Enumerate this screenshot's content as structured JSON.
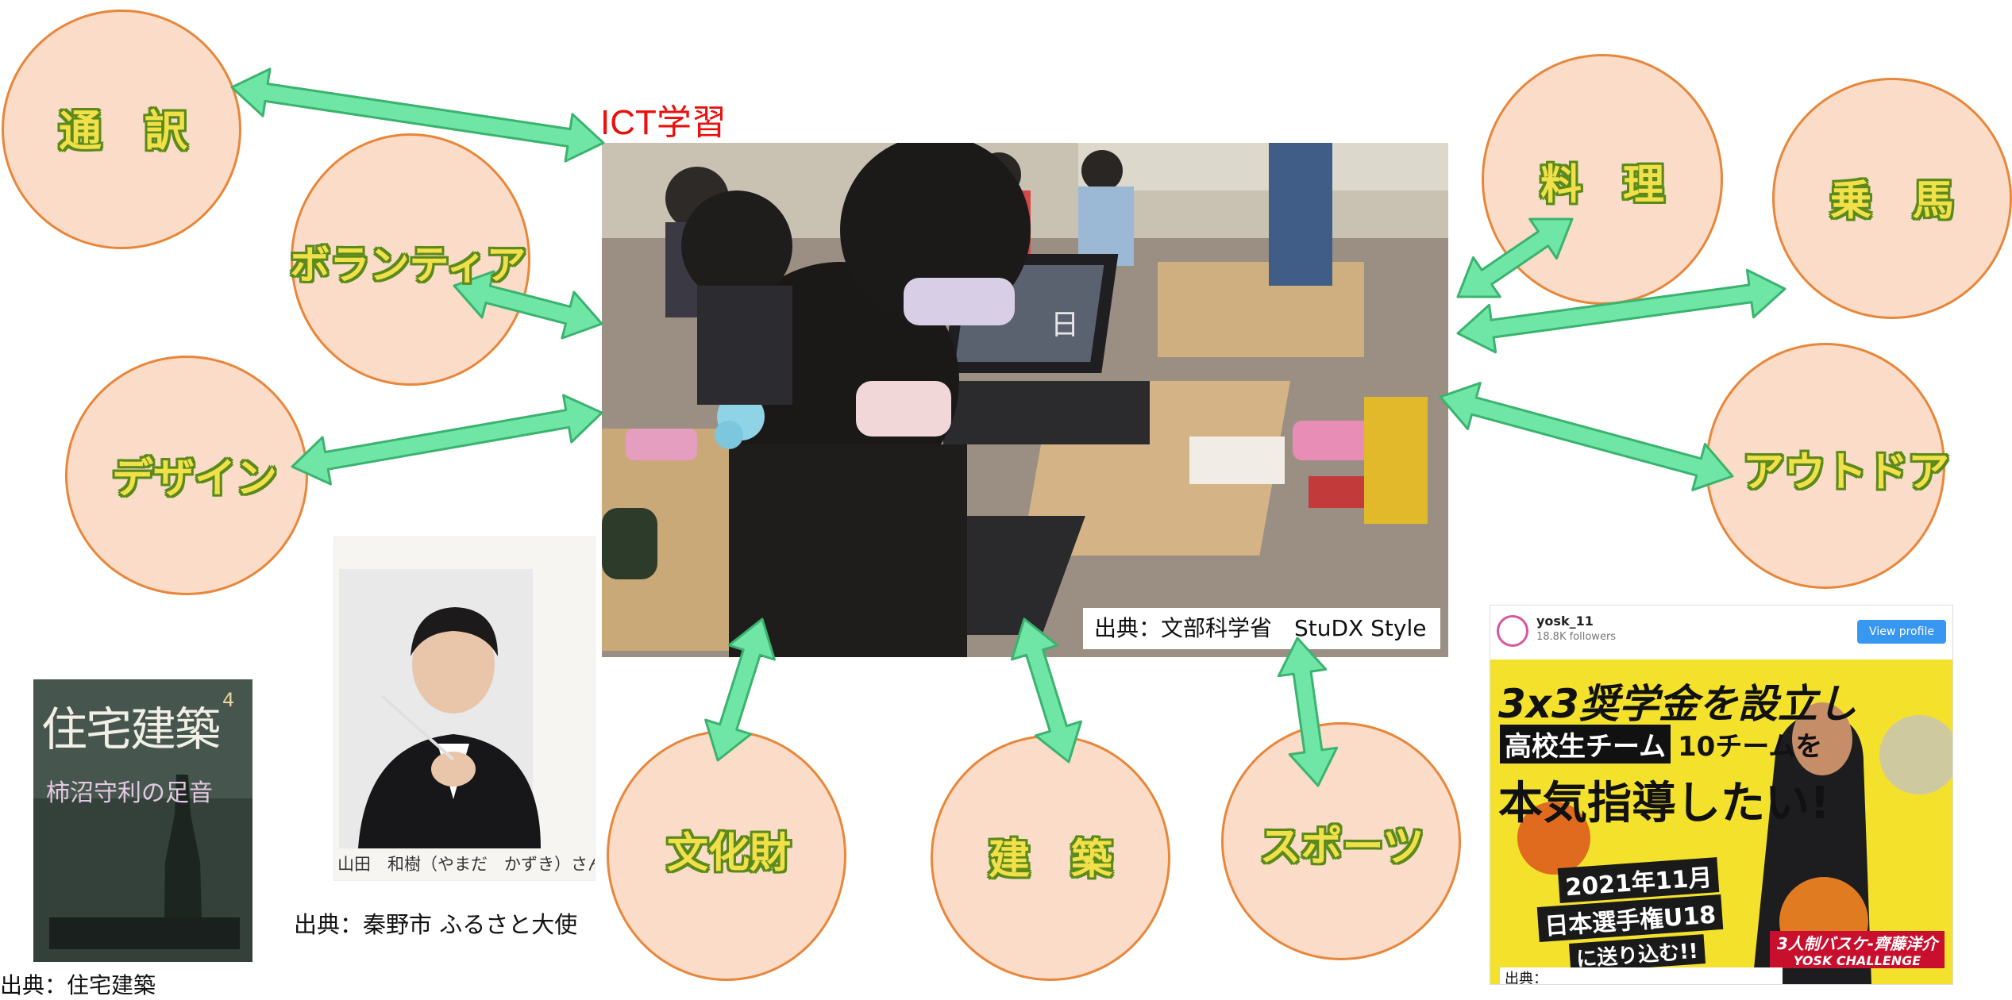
{
  "ict_title": "ICT学習",
  "center_photo": {
    "board_char": "日",
    "caption": "出典：文部科学省　StuDX Style"
  },
  "topics": [
    {
      "key": "tsuyaku",
      "label": "通　訳"
    },
    {
      "key": "volunteer",
      "label": "ボランティア"
    },
    {
      "key": "design",
      "label": "デザイン"
    },
    {
      "key": "bunkazai",
      "label": "文化財"
    },
    {
      "key": "kenchiku",
      "label": "建　築"
    },
    {
      "key": "sports",
      "label": "スポーツ"
    },
    {
      "key": "ryouri",
      "label": "料　理"
    },
    {
      "key": "jouba",
      "label": "乗　馬"
    },
    {
      "key": "outdoor",
      "label": "アウトドア"
    }
  ],
  "magazine": {
    "title": "住宅建築",
    "issue": "4",
    "feature": "柿沼守利の足音",
    "caption": "出典：住宅建築"
  },
  "conductor": {
    "name_caption": "山田　和樹（やまだ　かずき）さん",
    "source": "出典：秦野市 ふるさと大使"
  },
  "instagram": {
    "username": "yosk_11",
    "followers": "18.8K followers",
    "view_button": "View profile",
    "headline1": "3x3奨学金を設立し",
    "headline2_tag": "高校生チーム",
    "headline2_rest": "10チームを",
    "headline3": "本気指導したい!",
    "date": "2021年11月",
    "event": "日本選手権U18",
    "event_suffix": "に送り込む!!",
    "banner": "3人制バスケ-齊藤洋介",
    "banner_sub": "YOSK CHALLENGE",
    "caption": "出典："
  },
  "colors": {
    "circle_fill": "#fbdcc8",
    "circle_border": "#e8863a",
    "arrow_fill": "#6fe6a6",
    "arrow_stroke": "#3bb36f",
    "label_fill": "#f2e04a",
    "label_outline": "#5a8a1c"
  }
}
